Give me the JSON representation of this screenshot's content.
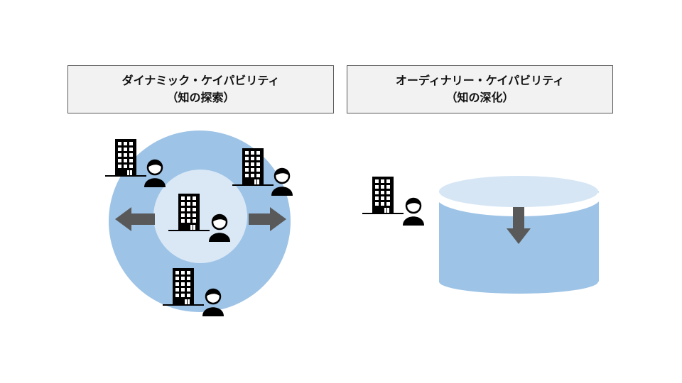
{
  "left_panel": {
    "title": "ダイナミック・ケイパビリティ",
    "subtitle": "（知の探索）"
  },
  "right_panel": {
    "title": "オーディナリー・ケイパビリティ",
    "subtitle": "（知の深化）"
  },
  "colors": {
    "outer_circle": "#9dc3e6",
    "inner_circle": "#dae8f6",
    "cylinder_body": "#9dc3e6",
    "cylinder_top": "#d6e6f5",
    "arrow": "#595959",
    "icon": "#000000",
    "header_bg": "#f2f2f2",
    "header_border": "#595959"
  },
  "icons": [
    "building-icon",
    "person-icon",
    "arrow-left-icon",
    "arrow-right-icon",
    "arrow-down-icon"
  ]
}
